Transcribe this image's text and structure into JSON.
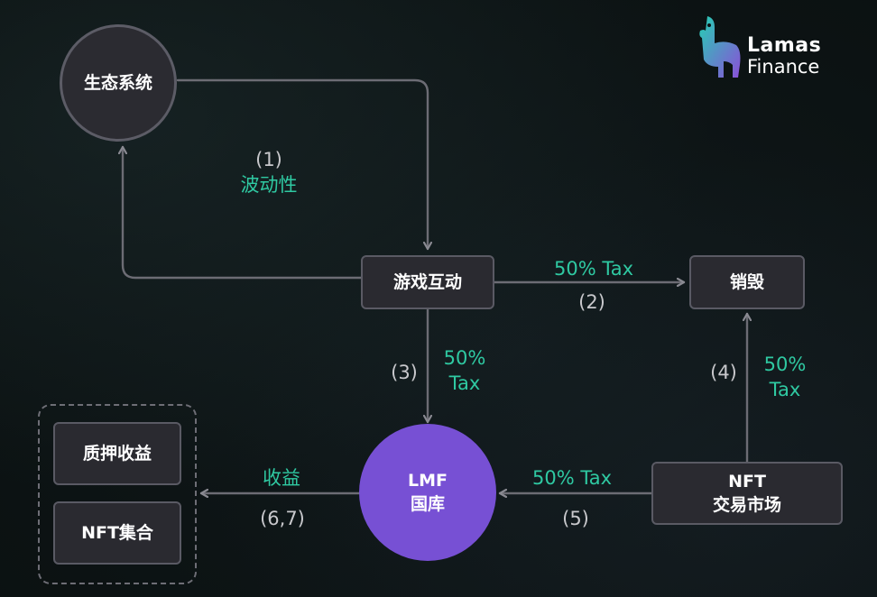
{
  "nodes": {
    "ecosystem": "生态系统",
    "game": "游戏互动",
    "burn": "销毁",
    "lmf_line1": "LMF",
    "lmf_line2": "国库",
    "nft_market_line1": "NFT",
    "nft_market_line2": "交易市场",
    "staking": "质押收益",
    "nft_collection": "NFT集合"
  },
  "edges": {
    "e1_num": "(1)",
    "e1_label": "波动性",
    "e2_num": "(2)",
    "e2_label": "50% Tax",
    "e3_num": "(3)",
    "e3_label_line1": "50%",
    "e3_label_line2": "Tax",
    "e4_num": "(4)",
    "e4_label_line1": "50%",
    "e4_label_line2": "Tax",
    "e5_num": "(5)",
    "e5_label": "50% Tax",
    "e67_num": "(6,7)",
    "e67_label": "收益"
  },
  "logo": {
    "line1": "Lamas",
    "line2": "Finance"
  },
  "colors": {
    "accent_green": "#2fc9a2",
    "lmf_purple": "#7750d4",
    "logo_teal": "#25d0b4",
    "logo_purple": "#8a4fd8"
  }
}
